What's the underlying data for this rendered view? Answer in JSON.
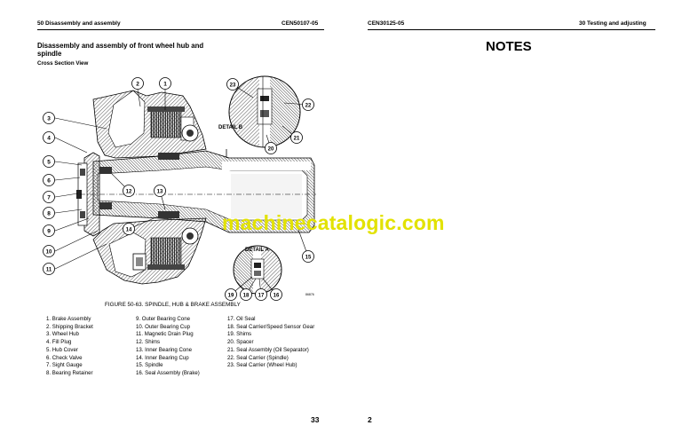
{
  "left_page": {
    "header_left": "50 Disassembly and assembly",
    "header_right": "CEN50107-05",
    "title": "Disassembly and assembly of front wheel hub and spindle",
    "subtitle": "Cross Section View",
    "figure_caption": "FIGURE 50-63. SPINDLE, HUB & BRAKE ASSEMBLY",
    "figure_id": "86876",
    "detail_b_label": "DETAIL B",
    "detail_a_label": "DETAIL A",
    "callouts": [
      "1",
      "2",
      "3",
      "4",
      "5",
      "6",
      "7",
      "8",
      "9",
      "10",
      "11",
      "12",
      "13",
      "14",
      "15",
      "16",
      "17",
      "18",
      "19",
      "20",
      "21",
      "22",
      "23"
    ],
    "legend_col1": [
      "1. Brake Assembly",
      "2. Shipping Bracket",
      "3. Wheel Hub",
      "4. Fill Plug",
      "5. Hub Cover",
      "6. Check Valve",
      "7. Sight Gauge",
      "8. Bearing Retainer"
    ],
    "legend_col2": [
      "9. Outer Bearing Cone",
      "10. Outer Bearing Cup",
      "11. Magnetic Drain Plug",
      "12. Shims",
      "13. Inner Bearing Cone",
      "14. Inner Bearing Cup",
      "15. Spindle",
      "16. Seal Assembly (Brake)"
    ],
    "legend_col3": [
      "17. Oil Seal",
      "18. Seal Carrier/Speed Sensor Gear",
      "19. Shims",
      "20. Spacer",
      "21. Seal Assembly (Oil Separator)",
      "22. Seal Carrier (Spindle)",
      "23. Seal Carrier (Wheel Hub)"
    ],
    "page_number": "33"
  },
  "right_page": {
    "header_left": "CEN30125-05",
    "header_right": "30 Testing and adjusting",
    "notes_title": "NOTES",
    "page_number": "2"
  },
  "watermark": "machinecatalogic.com",
  "colors": {
    "watermark": "#e2e200",
    "hatch": "#555555",
    "text": "#000000"
  }
}
